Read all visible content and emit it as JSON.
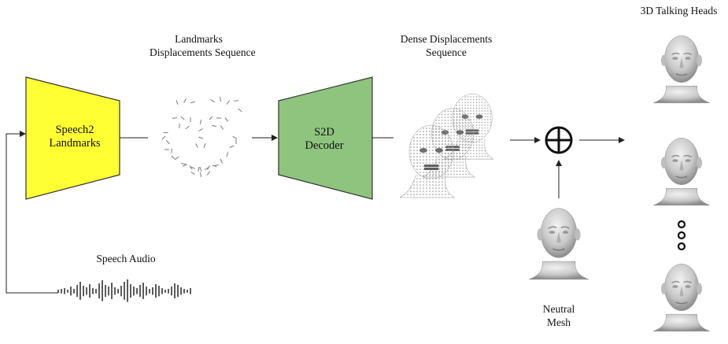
{
  "labels": {
    "landmarks_title_line1": "Landmarks",
    "landmarks_title_line2": "Displacements Sequence",
    "dense_title_line1": "Dense Displacements",
    "dense_title_line2": "Sequence",
    "talking_heads_title": "3D Talking Heads",
    "speech2landmarks_line1": "Speech2",
    "speech2landmarks_line2": "Landmarks",
    "s2d_line1": "S2D",
    "s2d_line2": "Decoder",
    "speech_audio": "Speech Audio",
    "neutral_line1": "Neutral",
    "neutral_line2": "Mesh"
  },
  "colors": {
    "speech2landmarks_fill": "#ffff33",
    "s2d_fill": "#8fc47e",
    "lines": "#222222"
  },
  "icons": {
    "sum": "circled-plus-icon",
    "ellipsis": "vertical-dots-icon"
  }
}
